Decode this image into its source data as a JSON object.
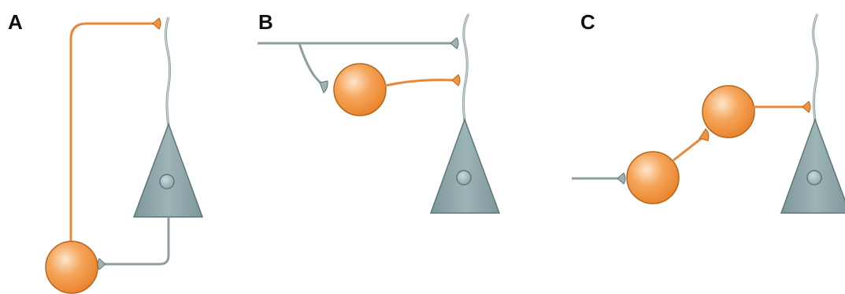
{
  "panels": [
    {
      "label": "A"
    },
    {
      "label": "B"
    },
    {
      "label": "C"
    }
  ],
  "colors": {
    "interneuron": "#f0953f",
    "interneuron_light": "#fde2c4",
    "interneuron_dark": "#b8651a",
    "pyramidal": "#8fa7aa",
    "pyramidal_dark": "#5f7679",
    "nucleus": "#a7bec1",
    "axon_gray": "#8e9ea0",
    "background": "#ffffff"
  }
}
